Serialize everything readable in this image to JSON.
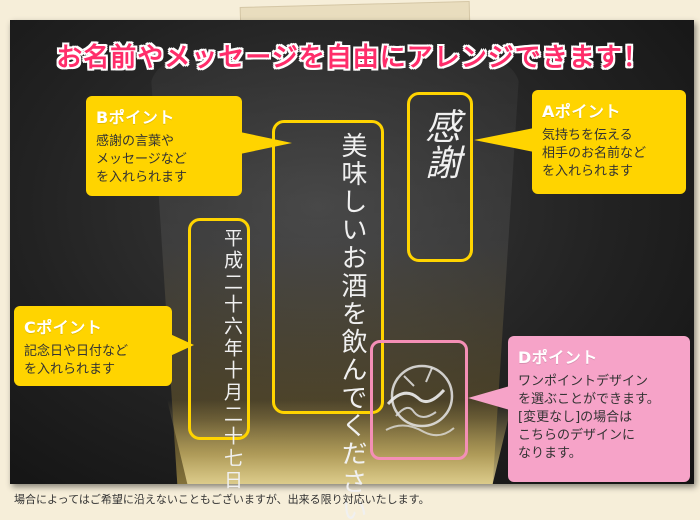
{
  "headline": "お名前やメッセージを自由にアレンジできます！",
  "engraving": {
    "a": "感謝",
    "b": "美味しいお酒を飲んでください",
    "c": "平成二十六年十月二十七日"
  },
  "callouts": {
    "a": {
      "title": "Aポイント",
      "text": "気持ちを伝える\n相手のお名前など\nを入れられます"
    },
    "b": {
      "title": "Bポイント",
      "text": "感謝の言葉や\nメッセージなど\nを入れられます"
    },
    "c": {
      "title": "Cポイント",
      "text": "記念日や日付など\nを入れられます"
    },
    "d": {
      "title": "Dポイント",
      "text": "ワンポイントデザイン\nを選ぶことができます。\n[変更なし]の場合は\nこちらのデザインに\nなります。"
    }
  },
  "footer": "場合によってはご希望に沿えないこともございますが、出来る限り対応いたします。",
  "colors": {
    "headline": "#ff2d6a",
    "callout_yellow": "#ffd400",
    "callout_pink": "#f6a3c8",
    "frame_yellow": "#ffd400",
    "frame_pink": "#f48fb6"
  }
}
